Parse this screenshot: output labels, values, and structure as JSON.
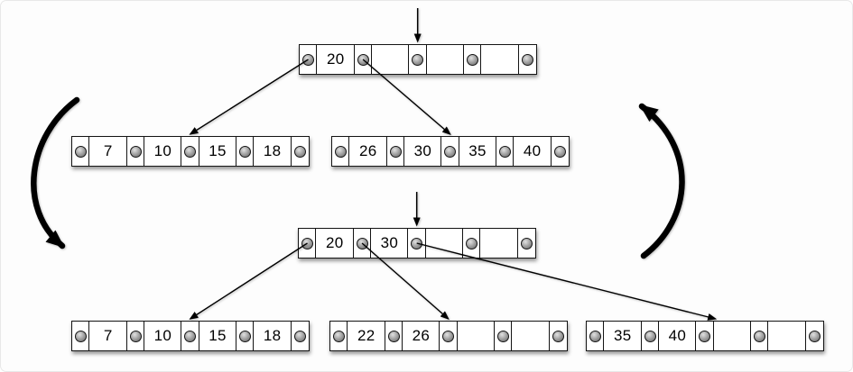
{
  "diagram": {
    "type": "btree-insert-split",
    "colors": {
      "background": "#fdfdfd",
      "frame_border": "#e8e8e8",
      "line": "#000000",
      "node_border": "#141414",
      "node_fill": "#ffffff",
      "pointer_dot": "#8a8a8a"
    },
    "states": [
      {
        "name": "before-split",
        "root": {
          "id": "root1",
          "keys": [
            "20",
            "",
            "",
            ""
          ]
        },
        "children": [
          {
            "id": "leaf1a",
            "keys": [
              "7",
              "10",
              "15",
              "18"
            ]
          },
          {
            "id": "leaf1b",
            "keys": [
              "26",
              "30",
              "35",
              "40"
            ]
          }
        ]
      },
      {
        "name": "after-split",
        "root": {
          "id": "root2",
          "keys": [
            "20",
            "30",
            "",
            ""
          ]
        },
        "children": [
          {
            "id": "leaf2a",
            "keys": [
              "7",
              "10",
              "15",
              "18"
            ]
          },
          {
            "id": "leaf2b",
            "keys": [
              "22",
              "26",
              "",
              ""
            ]
          },
          {
            "id": "leaf2c",
            "keys": [
              "35",
              "40",
              "",
              ""
            ]
          }
        ]
      }
    ],
    "edges": [
      {
        "from": "root1",
        "pointer": 0,
        "to": "leaf1a"
      },
      {
        "from": "root1",
        "pointer": 1,
        "to": "leaf1b"
      },
      {
        "from": "root2",
        "pointer": 0,
        "to": "leaf2a"
      },
      {
        "from": "root2",
        "pointer": 1,
        "to": "leaf2b"
      },
      {
        "from": "root2",
        "pointer": 2,
        "to": "leaf2c"
      }
    ],
    "insert_arrows": [
      {
        "target": "root1",
        "pointer": 2
      },
      {
        "target": "root2",
        "pointer": 2
      }
    ],
    "cycle_arrows": [
      {
        "id": "left-cycle-arrow",
        "direction": "down"
      },
      {
        "id": "right-cycle-arrow",
        "direction": "up"
      }
    ]
  }
}
